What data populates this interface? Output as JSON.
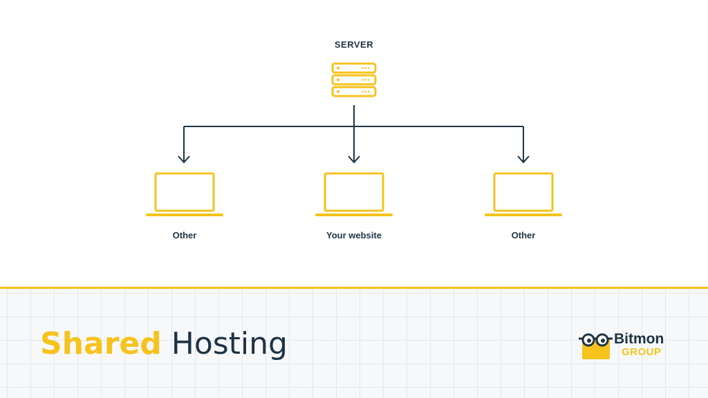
{
  "diagram": {
    "server_label": "SERVER",
    "nodes": [
      {
        "label": "Other"
      },
      {
        "label": "Your website"
      },
      {
        "label": "Other"
      }
    ],
    "colors": {
      "accent": "#f5c31c",
      "line": "#1d3344"
    }
  },
  "footer": {
    "title_accent": "Shared",
    "title_rest": "Hosting",
    "logo": {
      "word": "Bitmon",
      "sub": "GROUP"
    }
  }
}
